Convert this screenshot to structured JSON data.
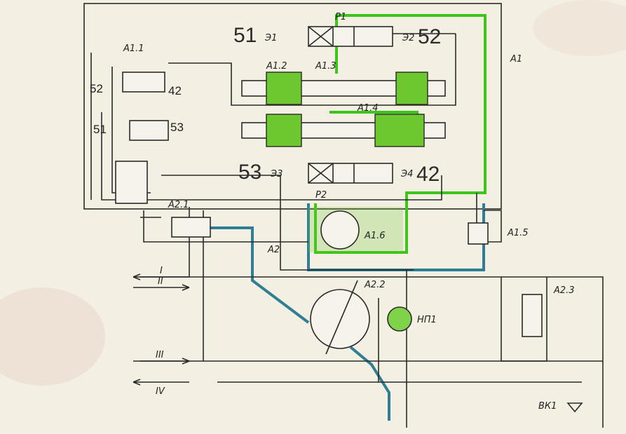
{
  "labels": {
    "p1": "P1",
    "e1": "Э1",
    "e2": "Э2",
    "n51_top": "51",
    "n52_top": "52",
    "a1": "A1",
    "a1_1": "A1.1",
    "n52_left": "52",
    "n42_left": "42",
    "a1_2": "A1.2",
    "a1_3": "A1.3",
    "a1_4": "A1.4",
    "n51_left": "51",
    "n53_left": "53",
    "n53_bottom": "53",
    "e3": "Э3",
    "e4": "Э4",
    "n42_bottom": "42",
    "p2": "P2",
    "a2_1": "A2.1",
    "a1_6": "A1.6",
    "a1_5": "A1.5",
    "a2": "A2",
    "a2_2": "A2.2",
    "np1": "НП1",
    "a2_3": "A2.3",
    "line_1": "I",
    "line_2": "II",
    "line_3": "III",
    "line_4": "IV",
    "vk1": "ВК1"
  },
  "colors": {
    "pressure_line": "#3ec51a",
    "return_line": "#2f7e93",
    "paper": "#f3efe3"
  }
}
